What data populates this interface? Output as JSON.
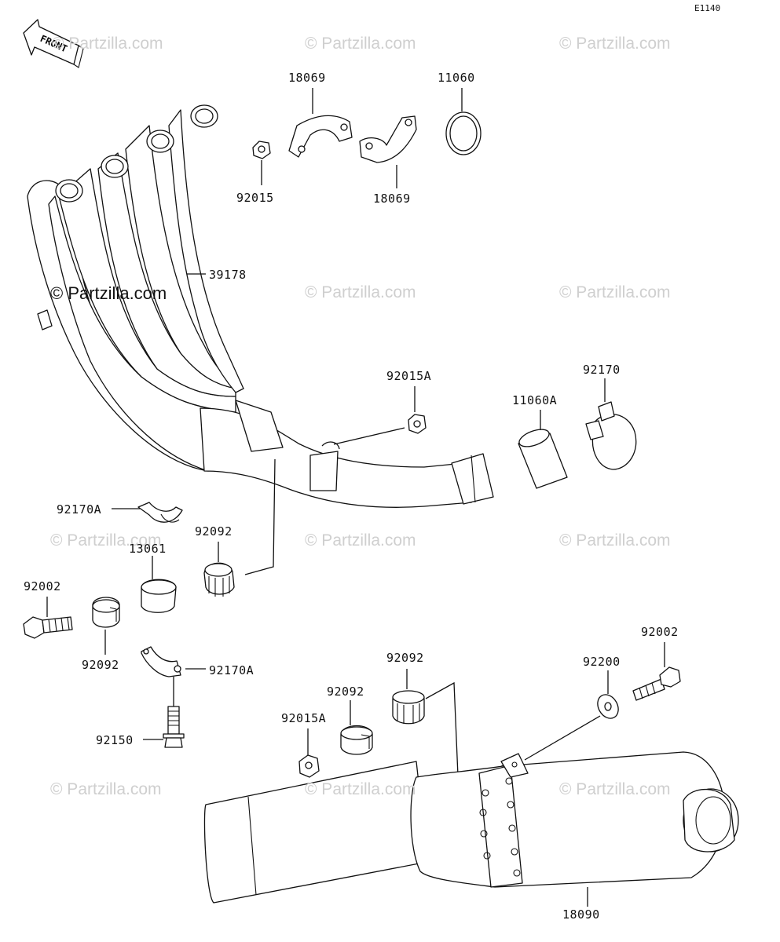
{
  "diagram_code": "E1140",
  "front_arrow_label": "FRONT",
  "watermark": "© Partzilla.com",
  "parts": {
    "p18069_top": "18069",
    "p11060": "11060",
    "p92015": "92015",
    "p18069_bottom": "18069",
    "p39178": "39178",
    "p92015A_upper": "92015A",
    "p92170": "92170",
    "p11060A": "11060A",
    "p92170A_upper": "92170A",
    "p92092_a": "92092",
    "p13061": "13061",
    "p92002_left": "92002",
    "p92092_b": "92092",
    "p92170A_lower": "92170A",
    "p92150": "92150",
    "p92092_c": "92092",
    "p92092_d": "92092",
    "p92015A_lower": "92015A",
    "p92200": "92200",
    "p92002_right": "92002",
    "p18090": "18090"
  }
}
